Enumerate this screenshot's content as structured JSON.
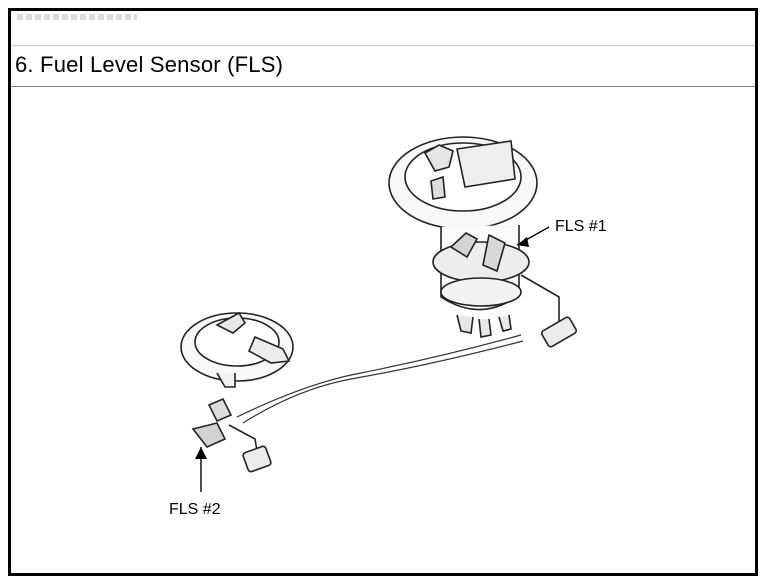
{
  "page": {
    "title": "6. Fuel Level Sensor (FLS)"
  },
  "diagram": {
    "labels": {
      "fls1": "FLS #1",
      "fls2": "FLS #2"
    }
  }
}
